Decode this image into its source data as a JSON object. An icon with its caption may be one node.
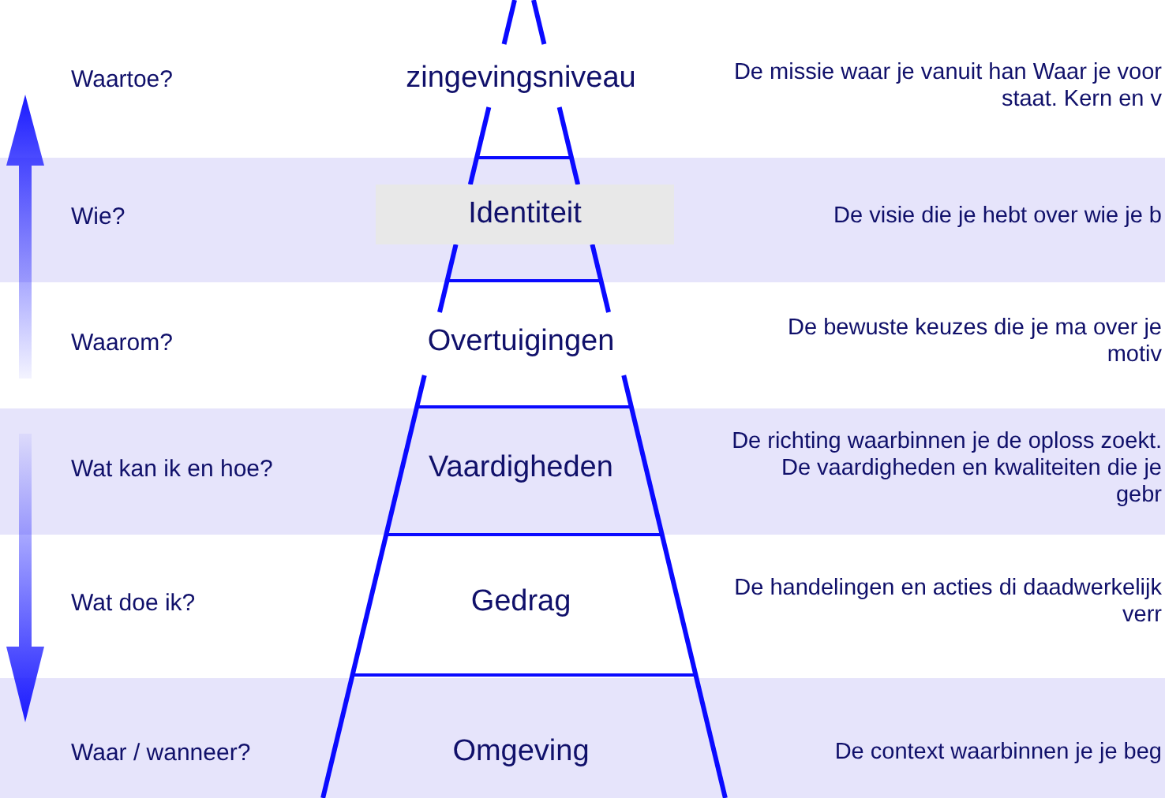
{
  "diagram": {
    "labels": [
      "Waartoe?",
      "zingevingsniveau",
      "De missie waar je vanuit han Waar je voor staat. Kern en v",
      "Wie?",
      "Identiteit",
      "De visie die je hebt over wie je b",
      "Waarom?",
      "Overtuigingen",
      "De bewuste keuzes die je ma over je motiv",
      "Wat kan ik en hoe?",
      "Vaardigheden",
      "De richting waarbinnen je de oploss zoekt. De vaardigheden en kwaliteiten die je gebr",
      "Wat doe ik?",
      "Gedrag",
      "De handelingen en acties di daadwerkelijk verr",
      "Waar / wanneer?",
      "Omgeving",
      "De context waarbinnen je je beg"
    ]
  }
}
